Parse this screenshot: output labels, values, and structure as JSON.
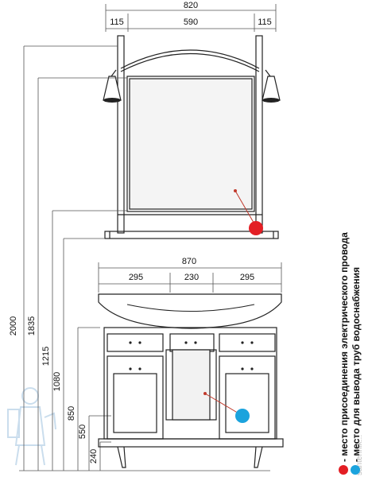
{
  "mirror": {
    "total_width": "820",
    "side_width_left": "115",
    "center_width": "590",
    "side_width_right": "115"
  },
  "cabinet": {
    "total_width": "870",
    "side_width_left": "295",
    "center_width": "230",
    "side_width_right": "295"
  },
  "heights": [
    "2000",
    "1835",
    "1215",
    "1080",
    "850",
    "550",
    "240"
  ],
  "legend": {
    "electric": "- место присоединения электрического провода",
    "water": "- место для вывода труб водоснабжения"
  },
  "colors": {
    "electric": "#e31e24",
    "water": "#1ba3dd",
    "line": "#222222",
    "dim_line": "#555555",
    "watermark": "#9fc3df"
  },
  "watermark_icon": "plumber-icon",
  "watermark_text": "santehnik..."
}
